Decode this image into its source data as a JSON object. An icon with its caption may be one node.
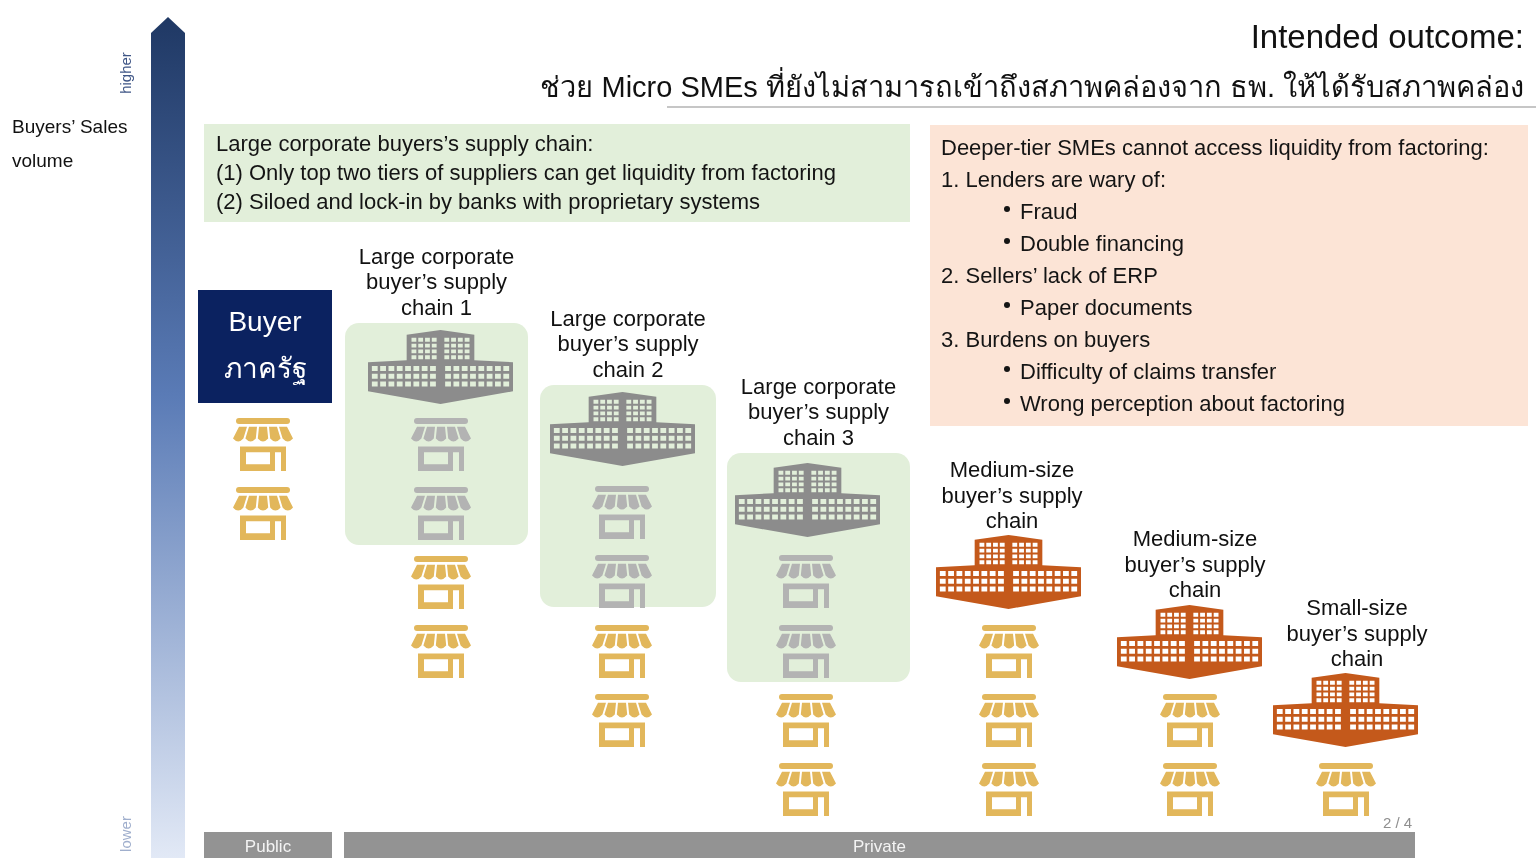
{
  "diagram": {
    "title": "Intended outcome:",
    "nodes": [
      {
        "text": [
          "Large corporate buyers’s supply chain:",
          "(1) Only top two tiers of suppliers can get liquidity from factoring",
          "(2) Siloed and lock-in by banks with proprietary systems"
        ]
      },
      {
        "text": [
          "Deeper-tier SMEs cannot access liquidity from factoring:",
          "1. Lenders are wary of:",
          "Fraud",
          "Double financing",
          "2. Sellers’ lack of ERP",
          "Paper documents",
          "3. Burdens on buyers",
          "Difficulty of claims transfer",
          "Wrong perception about factoring"
        ]
      },
      {
        "text": [
          "Buyer",
          "ภาครัฐ"
        ]
      },
      {
        "text": [
          "Large corporate buyer’s supply chain 1"
        ]
      },
      {
        "text": [
          "Large corporate buyer’s supply chain 2"
        ]
      },
      {
        "text": [
          "Large corporate buyer’s supply chain 3"
        ]
      },
      {
        "text": [
          "Public"
        ]
      },
      {
        "text": [
          "Private"
        ]
      }
    ],
    "labels": [
      "ช่วย Micro SMEs ที่ยังไม่สามารถเข้าถึงสภาพคล่องจาก ธพ. ให้ได้รับสภาพคล่อง",
      "higher",
      "Buyers’ Sales volume",
      "Medium-size buyer’s supply chain",
      "Medium-size buyer’s supply chain",
      "Small-size buyer’s supply chain",
      "lower",
      "2 / 4"
    ]
  }
}
